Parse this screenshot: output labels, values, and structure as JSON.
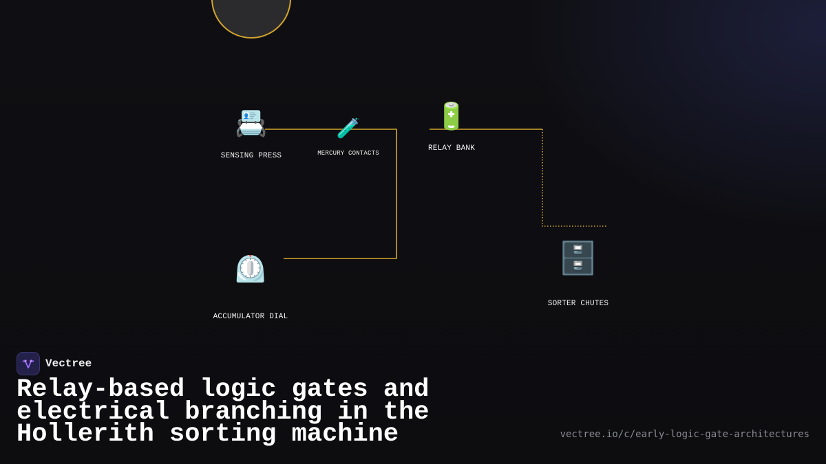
{
  "diagram": {
    "nodes": [
      {
        "id": "sensing-press",
        "label": "SENSING PRESS",
        "icon": "card-index-icon",
        "glyph": "📇"
      },
      {
        "id": "mercury-contacts",
        "label": "MERCURY CONTACTS",
        "icon": "test-tube-icon",
        "glyph": "🧪"
      },
      {
        "id": "relay-bank",
        "label": "RELAY BANK",
        "icon": "battery-icon",
        "glyph": "🔋"
      },
      {
        "id": "accumulator-dial",
        "label": "ACCUMULATOR DIAL",
        "icon": "timer-clock-icon",
        "glyph": "⏲️"
      },
      {
        "id": "sorter-chutes",
        "label": "SORTER CHUTES",
        "icon": "file-cabinet-icon",
        "glyph": "🗄️"
      }
    ],
    "edges": [
      {
        "from": "sensing-press",
        "to": "accumulator-dial",
        "style": "solid"
      },
      {
        "from": "relay-bank",
        "to": "sorter-chutes",
        "style": "dotted"
      }
    ],
    "colors": {
      "wire": "#d4a52c",
      "background": "#0f0f13",
      "top_circle_fill": "#2b2b2d"
    }
  },
  "brand": {
    "name": "Vectree",
    "logo_icon": "vectree-logo-icon"
  },
  "headline": "Relay-based logic gates and electrical branching in the Hollerith sorting machine",
  "url": "vectree.io/c/early-logic-gate-architectures"
}
